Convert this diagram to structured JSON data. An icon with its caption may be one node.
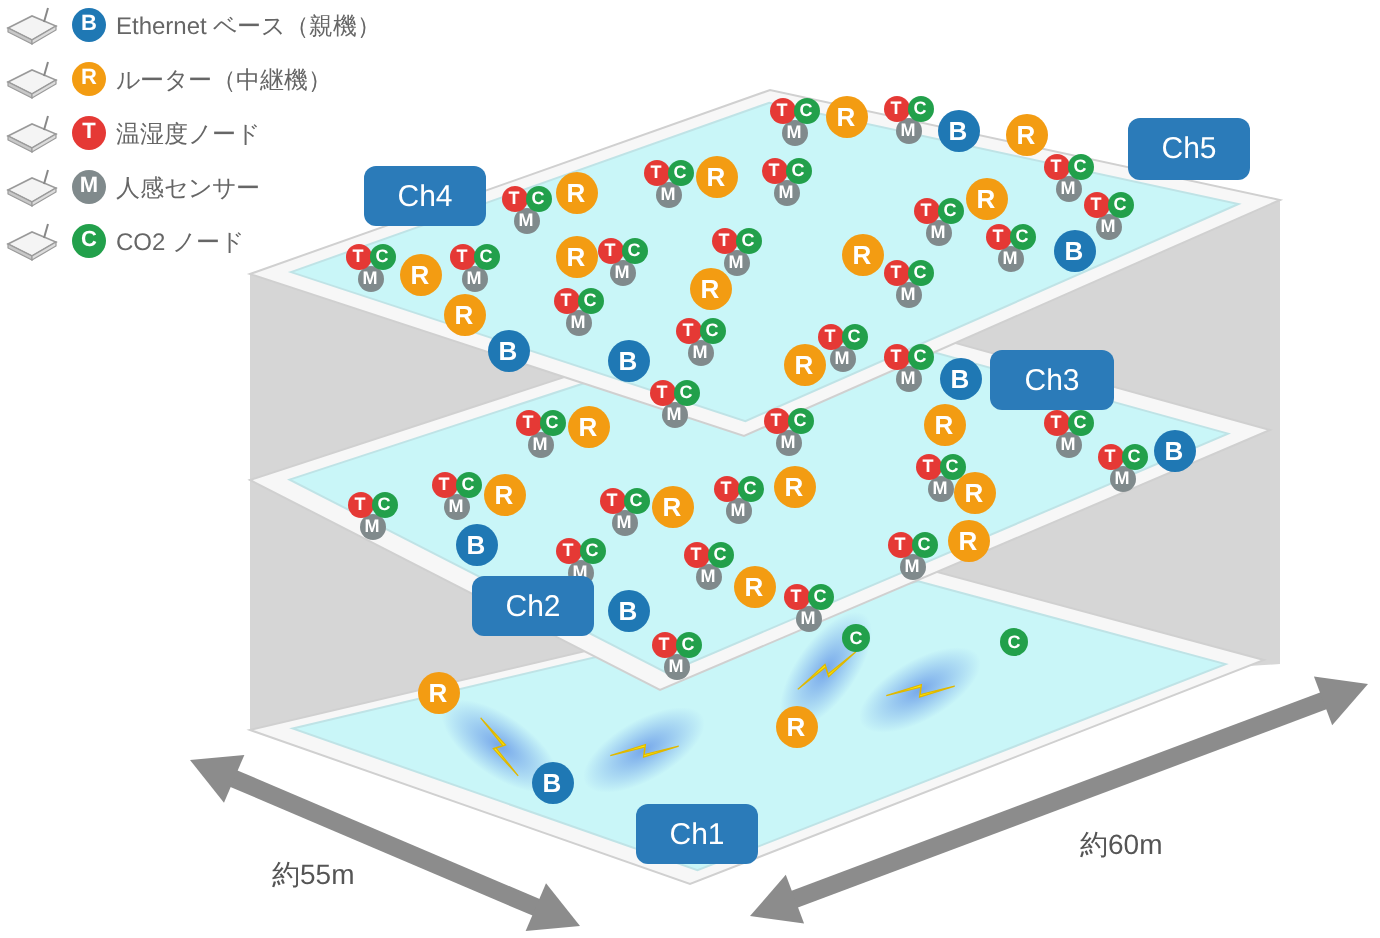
{
  "diagram": {
    "nodes": [
      {
        "text": [
          "Ch4"
        ]
      },
      {
        "text": [
          "Ch5"
        ]
      },
      {
        "text": [
          "T"
        ]
      },
      {
        "text": [
          "C"
        ]
      },
      {
        "text": [
          "M"
        ]
      },
      {
        "text": [
          "R"
        ]
      },
      {
        "text": [
          "T"
        ]
      },
      {
        "text": [
          "C"
        ]
      },
      {
        "text": [
          "M"
        ]
      },
      {
        "text": [
          "B"
        ]
      },
      {
        "text": [
          "R"
        ]
      },
      {
        "text": [
          "T"
        ]
      },
      {
        "text": [
          "C"
        ]
      },
      {
        "text": [
          "M"
        ]
      },
      {
        "text": [
          "T"
        ]
      },
      {
        "text": [
          "C"
        ]
      },
      {
        "text": [
          "M"
        ]
      },
      {
        "text": [
          "R"
        ]
      },
      {
        "text": [
          "T"
        ]
      },
      {
        "text": [
          "C"
        ]
      },
      {
        "text": [
          "M"
        ]
      },
      {
        "text": [
          "R"
        ]
      },
      {
        "text": [
          "T"
        ]
      },
      {
        "text": [
          "C"
        ]
      },
      {
        "text": [
          "M"
        ]
      },
      {
        "text": [
          "T"
        ]
      },
      {
        "text": [
          "C"
        ]
      },
      {
        "text": [
          "M"
        ]
      },
      {
        "text": [
          "R"
        ]
      },
      {
        "text": [
          "T"
        ]
      },
      {
        "text": [
          "C"
        ]
      },
      {
        "text": [
          "M"
        ]
      },
      {
        "text": [
          "T"
        ]
      },
      {
        "text": [
          "C"
        ]
      },
      {
        "text": [
          "M"
        ]
      },
      {
        "text": [
          "R"
        ]
      },
      {
        "text": [
          "T"
        ]
      },
      {
        "text": [
          "C"
        ]
      },
      {
        "text": [
          "M"
        ]
      },
      {
        "text": [
          "R"
        ]
      },
      {
        "text": [
          "T"
        ]
      },
      {
        "text": [
          "C"
        ]
      },
      {
        "text": [
          "M"
        ]
      },
      {
        "text": [
          "T"
        ]
      },
      {
        "text": [
          "C"
        ]
      },
      {
        "text": [
          "M"
        ]
      },
      {
        "text": [
          "T"
        ]
      },
      {
        "text": [
          "C"
        ]
      },
      {
        "text": [
          "M"
        ]
      },
      {
        "text": [
          "B"
        ]
      },
      {
        "text": [
          "R"
        ]
      },
      {
        "text": [
          "T"
        ]
      },
      {
        "text": [
          "C"
        ]
      },
      {
        "text": [
          "M"
        ]
      },
      {
        "text": [
          "R"
        ]
      },
      {
        "text": [
          "T"
        ]
      },
      {
        "text": [
          "C"
        ]
      },
      {
        "text": [
          "M"
        ]
      },
      {
        "text": [
          "R"
        ]
      },
      {
        "text": [
          "T"
        ]
      },
      {
        "text": [
          "C"
        ]
      },
      {
        "text": [
          "M"
        ]
      },
      {
        "text": [
          "B"
        ]
      },
      {
        "text": [
          "B"
        ]
      },
      {
        "text": [
          "R"
        ]
      },
      {
        "text": [
          "T"
        ]
      },
      {
        "text": [
          "C"
        ]
      },
      {
        "text": [
          "M"
        ]
      },
      {
        "text": [
          "T"
        ]
      },
      {
        "text": [
          "C"
        ]
      },
      {
        "text": [
          "M"
        ]
      },
      {
        "text": [
          "B"
        ]
      },
      {
        "text": [
          "T"
        ]
      },
      {
        "text": [
          "C"
        ]
      },
      {
        "text": [
          "M"
        ]
      },
      {
        "text": [
          "Ch3"
        ]
      },
      {
        "text": [
          "T"
        ]
      },
      {
        "text": [
          "C"
        ]
      },
      {
        "text": [
          "M"
        ]
      },
      {
        "text": [
          "R"
        ]
      },
      {
        "text": [
          "T"
        ]
      },
      {
        "text": [
          "C"
        ]
      },
      {
        "text": [
          "M"
        ]
      },
      {
        "text": [
          "R"
        ]
      },
      {
        "text": [
          "T"
        ]
      },
      {
        "text": [
          "C"
        ]
      },
      {
        "text": [
          "M"
        ]
      },
      {
        "text": [
          "T"
        ]
      },
      {
        "text": [
          "C"
        ]
      },
      {
        "text": [
          "M"
        ]
      },
      {
        "text": [
          "T"
        ]
      },
      {
        "text": [
          "C"
        ]
      },
      {
        "text": [
          "M"
        ]
      },
      {
        "text": [
          "R"
        ]
      },
      {
        "text": [
          "T"
        ]
      },
      {
        "text": [
          "C"
        ]
      },
      {
        "text": [
          "M"
        ]
      },
      {
        "text": [
          "R"
        ]
      },
      {
        "text": [
          "T"
        ]
      },
      {
        "text": [
          "C"
        ]
      },
      {
        "text": [
          "M"
        ]
      },
      {
        "text": [
          "R"
        ]
      },
      {
        "text": [
          "T"
        ]
      },
      {
        "text": [
          "C"
        ]
      },
      {
        "text": [
          "M"
        ]
      },
      {
        "text": [
          "R"
        ]
      },
      {
        "text": [
          "T"
        ]
      },
      {
        "text": [
          "C"
        ]
      },
      {
        "text": [
          "M"
        ]
      },
      {
        "text": [
          "B"
        ]
      },
      {
        "text": [
          "B"
        ]
      },
      {
        "text": [
          "T"
        ]
      },
      {
        "text": [
          "C"
        ]
      },
      {
        "text": [
          "M"
        ]
      },
      {
        "text": [
          "T"
        ]
      },
      {
        "text": [
          "C"
        ]
      },
      {
        "text": [
          "M"
        ]
      },
      {
        "text": [
          "T"
        ]
      },
      {
        "text": [
          "C"
        ]
      },
      {
        "text": [
          "M"
        ]
      },
      {
        "text": [
          "R"
        ]
      },
      {
        "text": [
          "R"
        ]
      },
      {
        "text": [
          "T"
        ]
      },
      {
        "text": [
          "C"
        ]
      },
      {
        "text": [
          "M"
        ]
      },
      {
        "text": [
          "B"
        ]
      },
      {
        "text": [
          "T"
        ]
      },
      {
        "text": [
          "C"
        ]
      },
      {
        "text": [
          "M"
        ]
      },
      {
        "text": [
          "Ch2"
        ]
      },
      {
        "text": [
          "C"
        ]
      },
      {
        "text": [
          "C"
        ]
      },
      {
        "text": [
          "R"
        ]
      },
      {
        "text": [
          "R"
        ]
      },
      {
        "text": [
          "B"
        ]
      },
      {
        "text": [
          "Ch1"
        ]
      }
    ],
    "labels": [
      "B",
      "R",
      "T",
      "M",
      "C",
      "約55m",
      "約60m"
    ],
    "legend": [
      {
        "text": "Ethernet ベース（親機）"
      },
      {
        "text": "ルーター（中継機）"
      },
      {
        "text": "温湿度ノード"
      },
      {
        "text": "人感センサー"
      },
      {
        "text": "CO2 ノード"
      }
    ]
  }
}
